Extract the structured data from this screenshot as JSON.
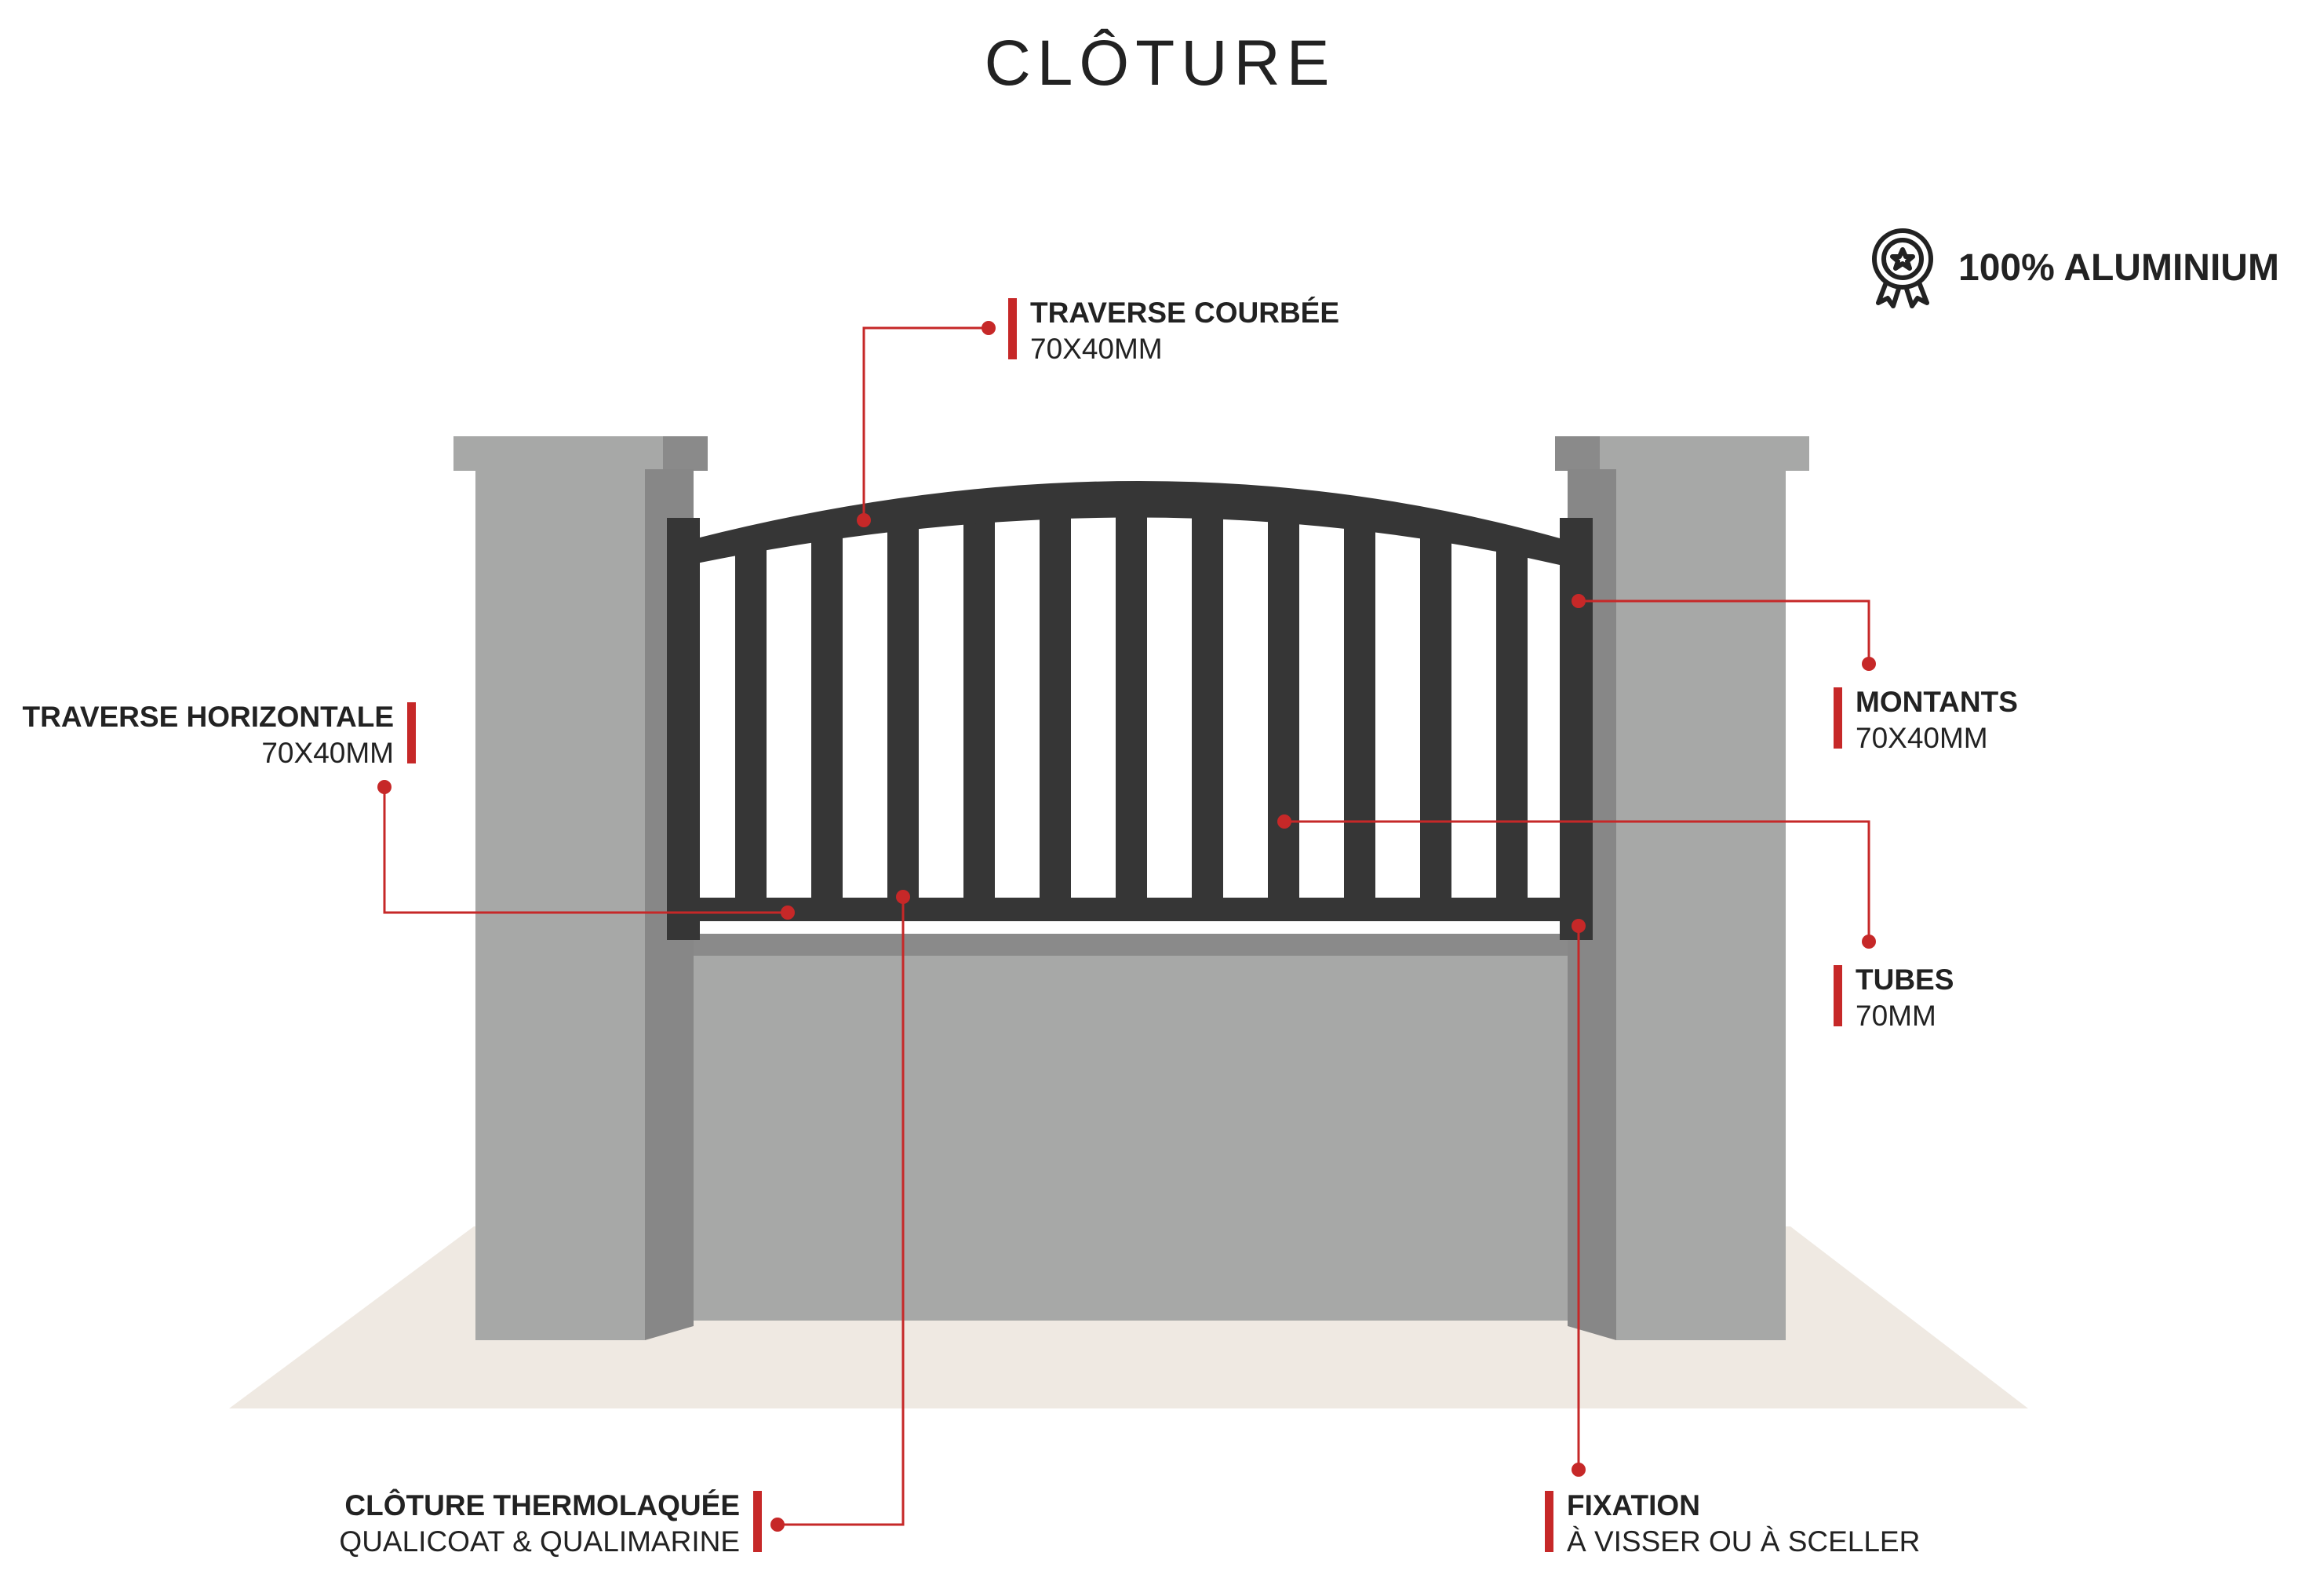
{
  "title": "CLÔTURE",
  "badge": {
    "text": "100% ALUMINIUM",
    "icon": "award-ribbon-icon"
  },
  "colors": {
    "accent": "#c62828",
    "pillar": "#a6a8a7",
    "pillar_shadow": "#878787",
    "fence": "#363636",
    "ground": "#efe9e2"
  },
  "labels": {
    "traverse_courbee": {
      "name": "TRAVERSE COURBÉE",
      "spec": "70X40MM"
    },
    "traverse_horizontale": {
      "name": "TRAVERSE HORIZONTALE",
      "spec": "70X40MM"
    },
    "montants": {
      "name": "MONTANTS",
      "spec": "70X40MM"
    },
    "tubes": {
      "name": "TUBES",
      "spec": "70MM"
    },
    "thermolaquee": {
      "name": "CLÔTURE THERMOLAQUÉE",
      "spec": "QUALICOAT & QUALIMARINE"
    },
    "fixation": {
      "name": "FIXATION",
      "spec": "À VISSER OU À SCELLER"
    }
  }
}
